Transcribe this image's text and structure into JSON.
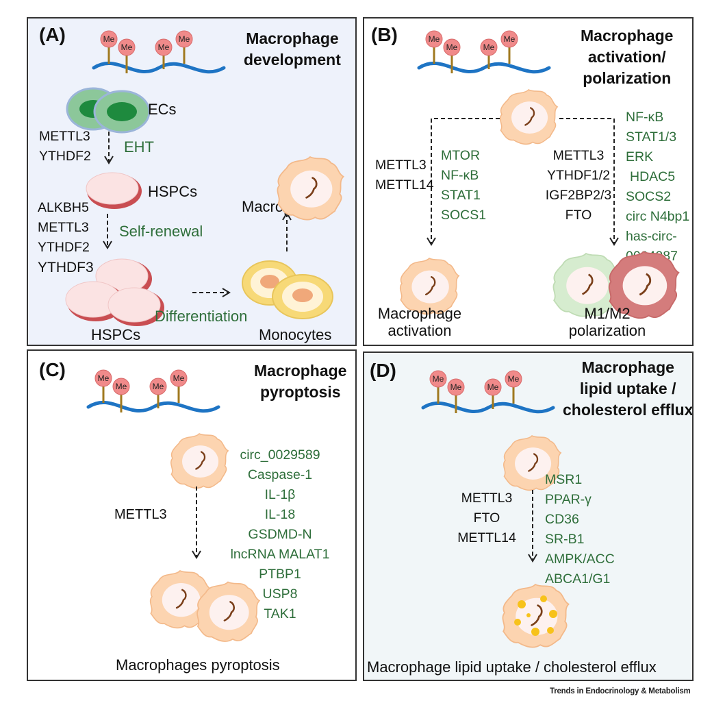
{
  "methyl_label": "Me",
  "credit": "Trends in Endocrinology & Metabolism",
  "panelA": {
    "letter": "(A)",
    "title": [
      "Macrophage",
      "development"
    ],
    "ecs": "ECs",
    "eht_regulators": [
      "METTL3",
      "YTHDF2"
    ],
    "eht": "EHT",
    "hspcs_top": "HSPCs",
    "renewal_regulators": [
      "ALKBH5",
      "METTL3",
      "YTHDF2",
      "YTHDF3"
    ],
    "self_renewal": "Self-renewal",
    "macrophages": "Macrophages",
    "differentiation": "Differentiation",
    "hspcs_bottom": "HSPCs",
    "monocytes": "Monocytes"
  },
  "panelB": {
    "letter": "(B)",
    "title": [
      "Macrophage",
      "activation/",
      "polarization"
    ],
    "left_regulators": [
      "METTL3",
      "METTL14"
    ],
    "left_targets": [
      "MTOR",
      "NF-κB",
      "STAT1",
      "SOCS1"
    ],
    "right_regulators": [
      "METTL3",
      "YTHDF1/2",
      "IGF2BP2/3",
      "FTO"
    ],
    "right_targets": [
      "NF-κB",
      "STAT1/3",
      "ERK",
      "HDAC5",
      "SOCS2",
      "circ N4bp1",
      "has-circ-",
      "0004287"
    ],
    "activation_label": [
      "Macrophage",
      "activation"
    ],
    "polarization_label": [
      "M1/M2",
      "polarization"
    ]
  },
  "panelC": {
    "letter": "(C)",
    "title": [
      "Macrophage",
      "pyroptosis"
    ],
    "regulator": "METTL3",
    "targets": [
      "circ_0029589",
      "Caspase-1",
      "IL-1β",
      "IL-18",
      "GSDMD-N",
      "lncRNA MALAT1",
      "PTBP1",
      "USP8",
      "TAK1"
    ],
    "bottom_label": "Macrophages pyroptosis"
  },
  "panelD": {
    "letter": "(D)",
    "title": [
      "Macrophage",
      "lipid uptake /",
      "cholesterol efflux"
    ],
    "regulators": [
      "METTL3",
      "FTO",
      "METTL14"
    ],
    "targets": [
      "MSR1",
      "PPAR-γ",
      "CD36",
      "SR-B1",
      "AMPK/ACC",
      "ABCA1/G1"
    ],
    "bottom_label": "Macrophage lipid uptake / cholesterol efflux"
  },
  "colors": {
    "panelA_bg": "#eef2fb",
    "panelD_bg": "#f1f6f8",
    "label_green": "#2e6e3a",
    "rna_blue": "#1e74c4",
    "me_pink": "#f08a8a",
    "stem_brown": "#a0791f",
    "macrophage_peach": "#fcd4b0",
    "m1_green": "#d6eccf",
    "m2_red": "#d47c7c"
  }
}
